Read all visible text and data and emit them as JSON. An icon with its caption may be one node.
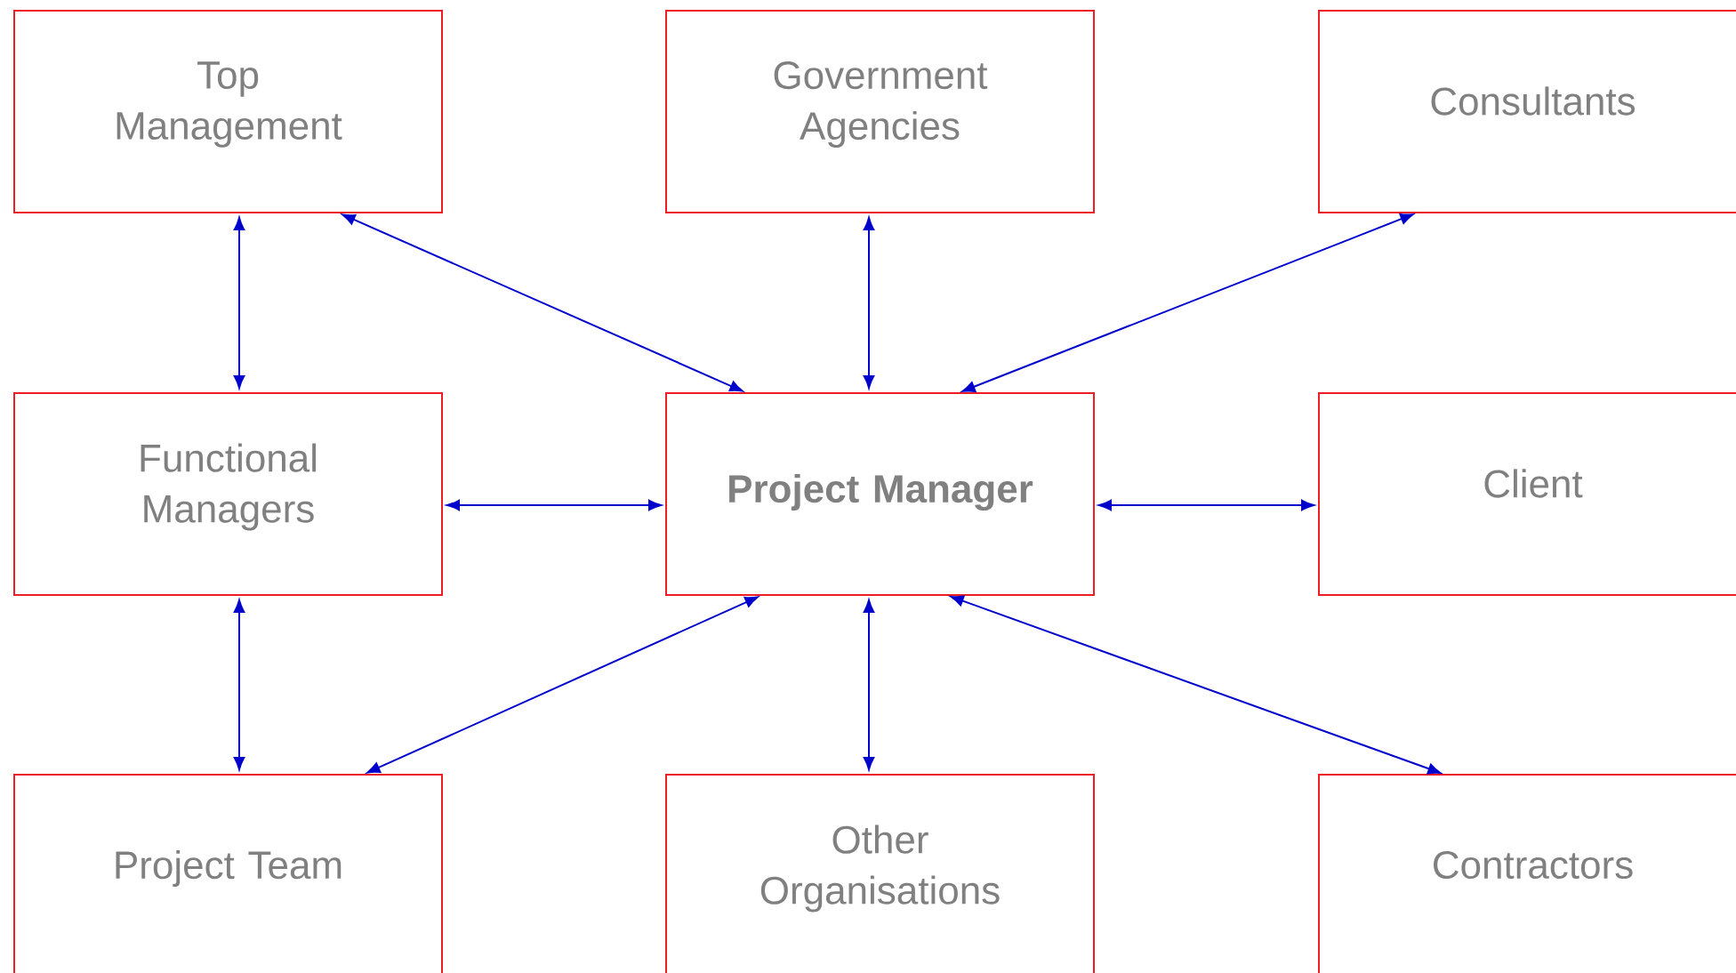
{
  "diagram": {
    "nodes": [
      {
        "text": [
          "Top Management"
        ]
      },
      {
        "text": [
          "Government Agencies"
        ]
      },
      {
        "text": [
          "Consultants"
        ]
      },
      {
        "text": [
          "Functional Managers"
        ]
      },
      {
        "text": [
          "Project Manager"
        ]
      },
      {
        "text": [
          "Client"
        ]
      },
      {
        "text": [
          "Project Team"
        ]
      },
      {
        "text": [
          "Other Organisations"
        ]
      },
      {
        "text": [
          "Contractors"
        ]
      }
    ],
    "edges": [
      {
        "from": 0,
        "to": 3,
        "arrow": "both"
      },
      {
        "from": 0,
        "to": 4,
        "arrow": "both"
      },
      {
        "from": 1,
        "to": 4,
        "arrow": "both"
      },
      {
        "from": 2,
        "to": 4,
        "arrow": "both"
      },
      {
        "from": 3,
        "to": 4,
        "arrow": "both"
      },
      {
        "from": 4,
        "to": 5,
        "arrow": "both"
      },
      {
        "from": 3,
        "to": 6,
        "arrow": "both"
      },
      {
        "from": 4,
        "to": 6,
        "arrow": "both"
      },
      {
        "from": 4,
        "to": 7,
        "arrow": "both"
      },
      {
        "from": 4,
        "to": 8,
        "arrow": "both"
      }
    ]
  }
}
